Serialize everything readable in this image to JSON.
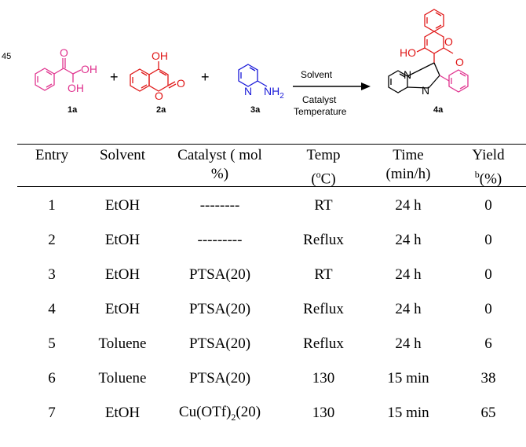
{
  "line_number": "45",
  "scheme": {
    "compound_labels": [
      "1a",
      "2a",
      "3a",
      "4a"
    ],
    "plus_signs": [
      "+",
      "+"
    ],
    "atoms": {
      "1a_O": "O",
      "1a_OH_top": "OH",
      "1a_OH_bottom": "OH",
      "2a_OH": "OH",
      "2a_ring_O": "O",
      "2a_carbonyl_O": "O",
      "3a_N": "N",
      "3a_NH2": "NH",
      "4a_HO": "HO",
      "4a_O_ring": "O",
      "4a_O_carbonyl": "O",
      "4a_N_top": "N",
      "4a_N_bottom": "N"
    },
    "conditions": {
      "above": "Solvent",
      "below_1": "Catalyst",
      "below_2": "Temperature"
    },
    "colors": {
      "compound_1a": "#e0348f",
      "compound_2a": "#e01818",
      "compound_3a": "#1818d8",
      "product_chromone": "#e01818",
      "product_phenyl": "#e0348f"
    }
  },
  "table": {
    "headers": {
      "entry": "Entry",
      "solvent": "Solvent",
      "catalyst_1": "Catalyst ( mol",
      "catalyst_2": "%)",
      "temp_1": "Temp",
      "temp_2_sup": "o",
      "temp_2_rest": "C)",
      "time_1": "Time",
      "time_2": "(min/h)",
      "yield_1": "Yield",
      "yield_2_sup": "b",
      "yield_2_rest": "(%)"
    },
    "rows": [
      {
        "entry": "1",
        "solvent": "EtOH",
        "catalyst": "--------",
        "temp": "RT",
        "time": "24 h",
        "yield": "0"
      },
      {
        "entry": "2",
        "solvent": "EtOH",
        "catalyst": "---------",
        "temp": "Reflux",
        "time": "24 h",
        "yield": "0"
      },
      {
        "entry": "3",
        "solvent": "EtOH",
        "catalyst": "PTSA(20)",
        "temp": "RT",
        "time": "24 h",
        "yield": "0"
      },
      {
        "entry": "4",
        "solvent": "EtOH",
        "catalyst": "PTSA(20)",
        "temp": "Reflux",
        "time": "24 h",
        "yield": "0"
      },
      {
        "entry": "5",
        "solvent": "Toluene",
        "catalyst": "PTSA(20)",
        "temp": "Reflux",
        "time": "24 h",
        "yield": "6"
      },
      {
        "entry": "6",
        "solvent": "Toluene",
        "catalyst": "PTSA(20)",
        "temp": "130",
        "time": "15 min",
        "yield": "38"
      },
      {
        "entry": "7",
        "solvent": "EtOH",
        "catalyst_main": "Cu(OTf)",
        "catalyst_sub": "2",
        "catalyst_tail": "(20)",
        "temp": "130",
        "time": "15 min",
        "yield": "65"
      }
    ]
  }
}
